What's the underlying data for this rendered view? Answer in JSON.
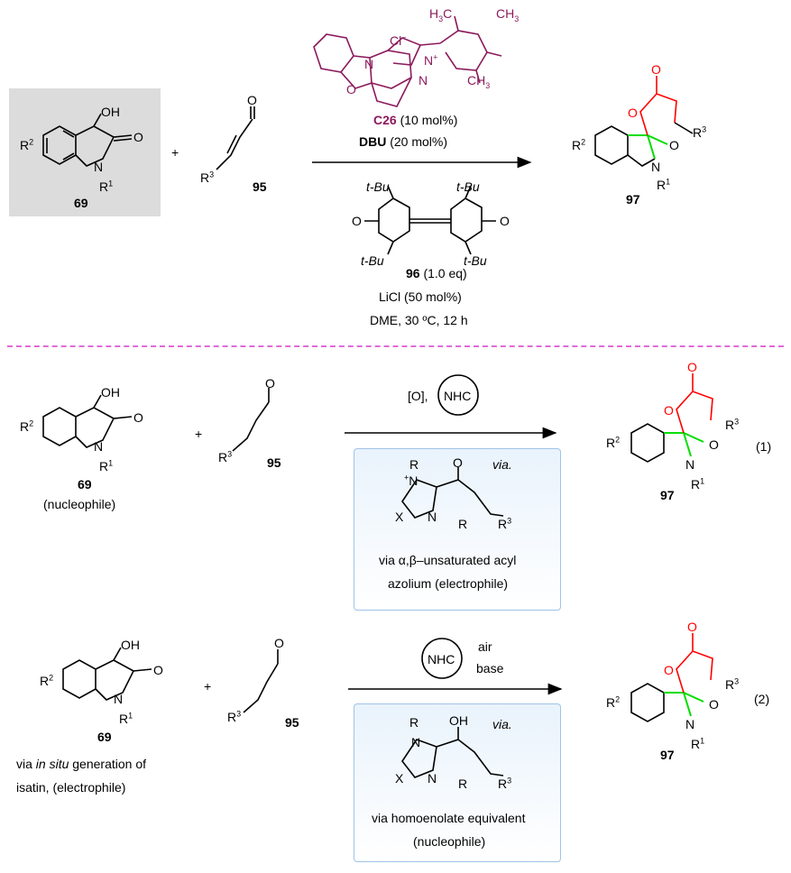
{
  "scheme1": {
    "reactant_label": "69",
    "aldehyde_label": "95",
    "product_label": "97",
    "plus": "+",
    "catalyst_label": "C26",
    "catalyst_loading": "(10 mol%)",
    "base_label": "DBU",
    "base_loading": "(20 mol%)",
    "counterion": "Cl",
    "oxidant_label": "96",
    "oxidant_amount": "(1.0 eq)",
    "additive": "LiCl (50 mol%)",
    "conditions": "DME, 30 ºC, 12 h",
    "tbu": "t-Bu"
  },
  "scheme2": {
    "reactant_label": "69",
    "reactant_role": "(nucleophile)",
    "aldehyde_label": "95",
    "product_label": "97",
    "equation_number": "(1)",
    "oxidant": "[O],",
    "nhc": "NHC",
    "via_italic": "via.",
    "intermediate_line1": "via α,β–unsaturated acyl",
    "intermediate_line2": "azolium (electrophile)"
  },
  "scheme3": {
    "reactant_label": "69",
    "role_line1_prefix": "via ",
    "role_line1_italic": "in situ",
    "role_line1_suffix": " generation of",
    "role_line2": "isatin, (electrophile)",
    "aldehyde_label": "95",
    "product_label": "97",
    "equation_number": "(2)",
    "nhc": "NHC",
    "air": "air",
    "base": "base",
    "via_italic": "via.",
    "intermediate_line1": "via homoenolate equivalent",
    "intermediate_line2": "(nucleophile)"
  },
  "atoms": {
    "OH": "OH",
    "O": "O",
    "N": "N",
    "R": "R",
    "X": "X",
    "R1": "1",
    "R2": "2",
    "R3": "3",
    "H3C": "H",
    "CH3": "CH"
  },
  "colors": {
    "catalyst": "#8b1a5c",
    "lactone": "#ff0000",
    "spiro_bond": "#00dd00",
    "divider": "#e06ad9",
    "highlight_box": "#dcdcdc",
    "intermediate_box": "#e9f3fc"
  }
}
